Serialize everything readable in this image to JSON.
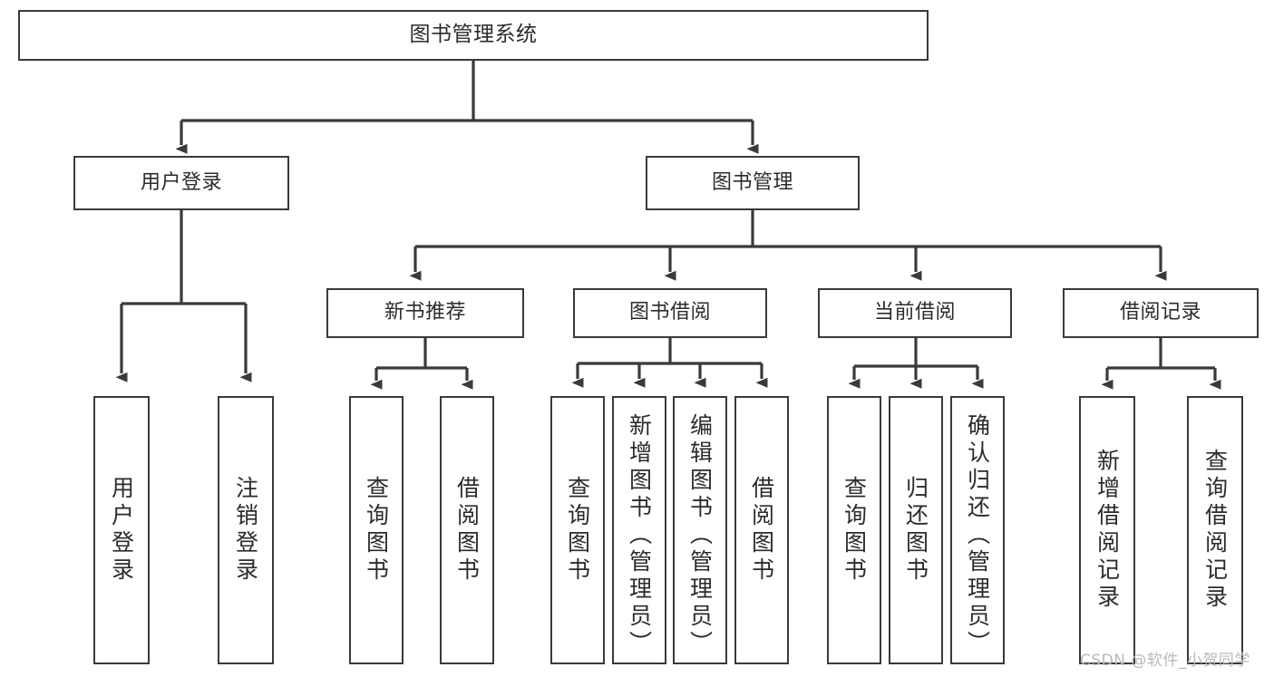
{
  "diagram": {
    "title": "图书管理系统",
    "type": "tree-hierarchy",
    "root": {
      "label": "图书管理系统"
    },
    "level1": [
      {
        "label": "用户登录"
      },
      {
        "label": "图书管理"
      }
    ],
    "level2": [
      {
        "label": "新书推荐"
      },
      {
        "label": "图书借阅"
      },
      {
        "label": "当前借阅"
      },
      {
        "label": "借阅记录"
      }
    ],
    "leaves": {
      "user_login": [
        {
          "label": "用户登录"
        },
        {
          "label": "注销登录"
        }
      ],
      "new_book_recommend": [
        {
          "label": "查询图书"
        },
        {
          "label": "借阅图书"
        }
      ],
      "book_borrow": [
        {
          "label": "查询图书"
        },
        {
          "label": "新增图书（管理员）"
        },
        {
          "label": "编辑图书（管理员）"
        },
        {
          "label": "借阅图书"
        }
      ],
      "current_borrow": [
        {
          "label": "查询图书"
        },
        {
          "label": "归还图书"
        },
        {
          "label": "确认归还（管理员）"
        }
      ],
      "borrow_record": [
        {
          "label": "新增借阅记录"
        },
        {
          "label": "查询借阅记录"
        }
      ]
    }
  },
  "watermark": {
    "text": "CSDN @软件_小贺同学"
  },
  "colors": {
    "box_border": "#3a3a3a",
    "text": "#2b2b2b",
    "background": "#ffffff",
    "connector": "#3a3a3a",
    "watermark": "#b9b9b9"
  }
}
